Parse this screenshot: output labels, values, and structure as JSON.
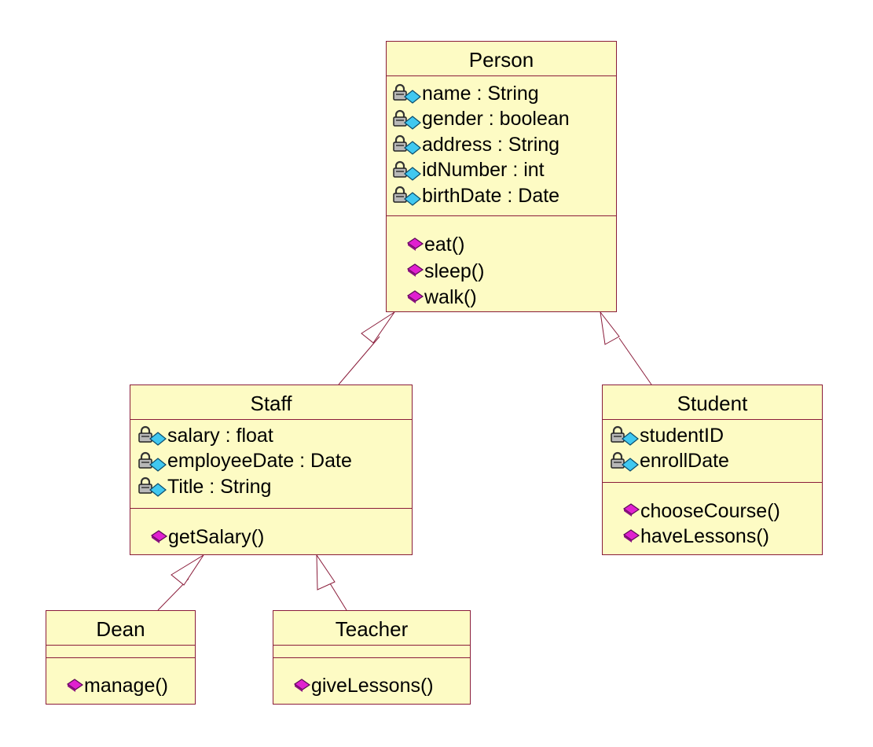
{
  "diagram": {
    "classes": {
      "person": {
        "name": "Person",
        "attributes": [
          "name : String",
          "gender : boolean",
          "address : String",
          "idNumber : int",
          "birthDate : Date"
        ],
        "methods": [
          "eat()",
          "sleep()",
          "walk()"
        ]
      },
      "staff": {
        "name": "Staff",
        "attributes": [
          "salary : float",
          "employeeDate : Date",
          "Title : String"
        ],
        "methods": [
          "getSalary()"
        ]
      },
      "student": {
        "name": "Student",
        "attributes": [
          "studentID",
          "enrollDate"
        ],
        "methods": [
          "chooseCourse()",
          "haveLessons()"
        ]
      },
      "dean": {
        "name": "Dean",
        "attributes": [],
        "methods": [
          "manage()"
        ]
      },
      "teacher": {
        "name": "Teacher",
        "attributes": [],
        "methods": [
          "giveLessons()"
        ]
      }
    },
    "relations": [
      {
        "type": "generalization",
        "from": "Staff",
        "to": "Person"
      },
      {
        "type": "generalization",
        "from": "Student",
        "to": "Person"
      },
      {
        "type": "generalization",
        "from": "Dean",
        "to": "Staff"
      },
      {
        "type": "generalization",
        "from": "Teacher",
        "to": "Staff"
      }
    ],
    "icons": {
      "attribute": "private-attribute-icon",
      "operation": "public-operation-icon"
    },
    "colors": {
      "class_fill": "#fdfbc4",
      "class_border": "#8a1c3a",
      "edge": "#8a1c3a",
      "operation_icon": "#e020d0",
      "attribute_icon": "#40c8f0"
    }
  }
}
